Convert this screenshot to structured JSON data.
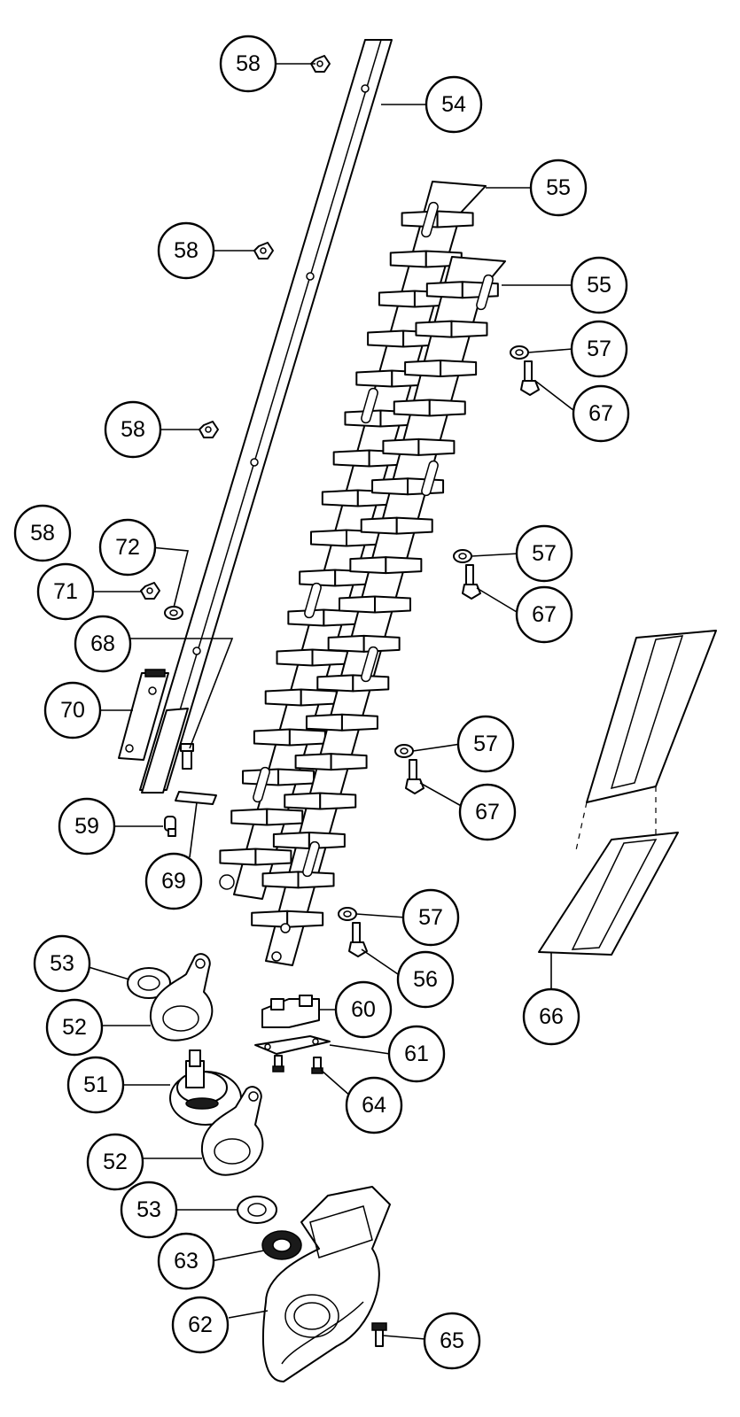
{
  "diagram": {
    "callouts": [
      {
        "id": "c58a",
        "label": "58"
      },
      {
        "id": "c54",
        "label": "54"
      },
      {
        "id": "c55a",
        "label": "55"
      },
      {
        "id": "c58b",
        "label": "58"
      },
      {
        "id": "c55b",
        "label": "55"
      },
      {
        "id": "c57a",
        "label": "57"
      },
      {
        "id": "c67a",
        "label": "67"
      },
      {
        "id": "c58c",
        "label": "58"
      },
      {
        "id": "c58d",
        "label": "58"
      },
      {
        "id": "c72",
        "label": "72"
      },
      {
        "id": "c57b",
        "label": "57"
      },
      {
        "id": "c71",
        "label": "71"
      },
      {
        "id": "c67b",
        "label": "67"
      },
      {
        "id": "c68",
        "label": "68"
      },
      {
        "id": "c70",
        "label": "70"
      },
      {
        "id": "c57c",
        "label": "57"
      },
      {
        "id": "c67c",
        "label": "67"
      },
      {
        "id": "c59",
        "label": "59"
      },
      {
        "id": "c69",
        "label": "69"
      },
      {
        "id": "c57d",
        "label": "57"
      },
      {
        "id": "c53a",
        "label": "53"
      },
      {
        "id": "c56",
        "label": "56"
      },
      {
        "id": "c60",
        "label": "60"
      },
      {
        "id": "c66",
        "label": "66"
      },
      {
        "id": "c52a",
        "label": "52"
      },
      {
        "id": "c61",
        "label": "61"
      },
      {
        "id": "c51",
        "label": "51"
      },
      {
        "id": "c64",
        "label": "64"
      },
      {
        "id": "c52b",
        "label": "52"
      },
      {
        "id": "c53b",
        "label": "53"
      },
      {
        "id": "c63",
        "label": "63"
      },
      {
        "id": "c62",
        "label": "62"
      },
      {
        "id": "c65",
        "label": "65"
      }
    ]
  }
}
